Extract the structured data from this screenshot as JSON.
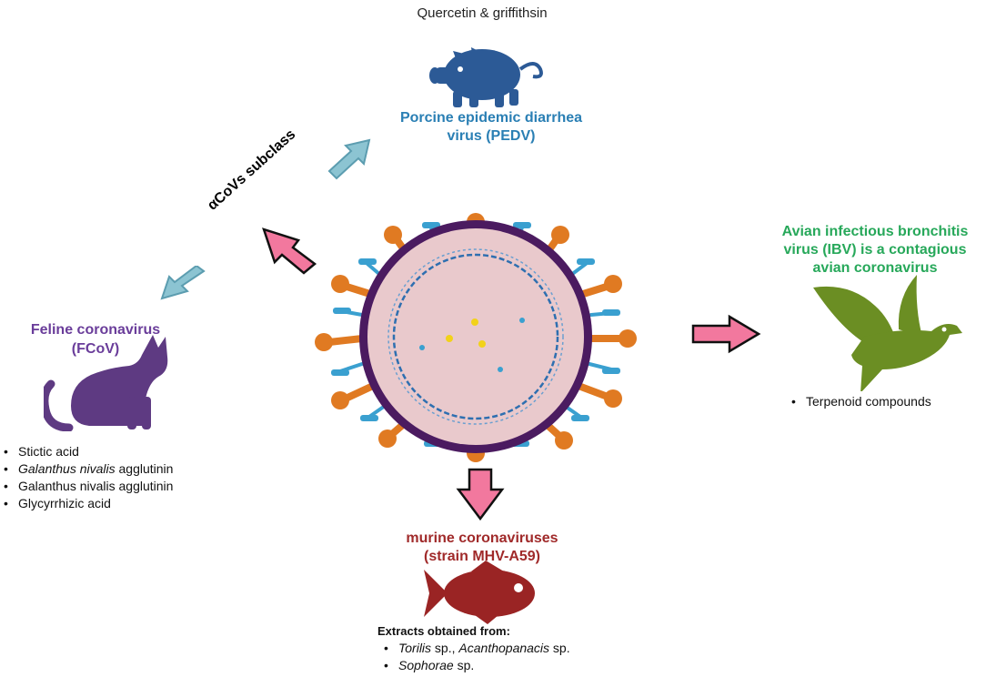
{
  "top": {
    "title": "Quercetin & griffithsin",
    "virus_line1": "Porcine epidemic diarrhea",
    "virus_line2": "virus (PEDV)"
  },
  "subclass_label": "αCoVs subclass",
  "left": {
    "virus_line1": "Feline coronavirus",
    "virus_line2": "(FCoV)",
    "compounds": [
      "Stictic acid",
      "Galanthus nivalis agglutinin",
      "Galanthus nivalis agglutinin",
      "Glycyrrhizic acid"
    ]
  },
  "right": {
    "virus_line1": "Avian infectious bronchitis",
    "virus_line2": "virus (IBV) is a contagious",
    "virus_line3": "avian coronavirus",
    "compounds": [
      "Terpenoid compounds"
    ]
  },
  "bottom": {
    "virus_line1": "murine coronaviruses",
    "virus_line2": "(strain MHV-A59)",
    "extracts_heading": "Extracts obtained from:",
    "extract_1_part1": "Torilis",
    "extract_1_part2": " sp., ",
    "extract_1_part3": "Acanthopanacis",
    "extract_1_part4": " sp.",
    "extract_2_part1": "Sophorae",
    "extract_2_part2": " sp."
  },
  "colors": {
    "pig": "#2c5a96",
    "cat": "#5e3a82",
    "bird": "#6b8e23",
    "fish": "#9a2424",
    "arrow_pink": "#f2789e",
    "arrow_blue": "#8cc4d2",
    "virus_membrane": "#4b1b60",
    "virus_fill": "#e9c9cc",
    "spike_orange": "#e07a22",
    "spike_blue": "#3aa0d0"
  },
  "icons": [
    "pig-icon",
    "cat-icon",
    "bird-icon",
    "fish-icon",
    "virus-icon"
  ]
}
